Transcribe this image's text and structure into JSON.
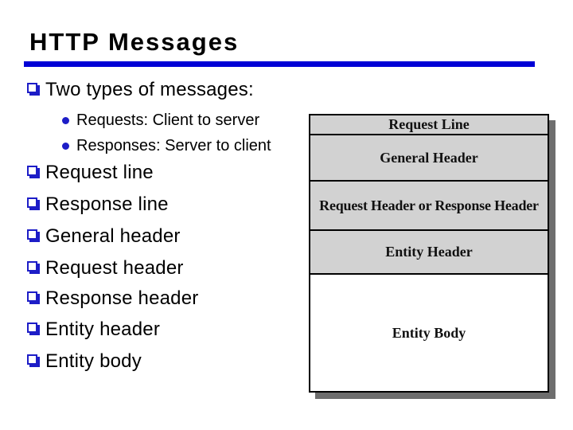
{
  "slide": {
    "title": "HTTP Messages",
    "accent_color": "#0000D6",
    "bullet_color": "#1D1DC7"
  },
  "list": {
    "intro": "Two types of messages:",
    "sub_items": [
      "Requests: Client to server",
      "Responses: Server to client"
    ],
    "items": [
      "Request line",
      "Response line",
      "General header",
      "Request header",
      "Response header",
      "Entity header",
      "Entity body"
    ]
  },
  "diagram": {
    "shadow_color": "#6E6E6E",
    "boxes": [
      {
        "label": "Request Line",
        "fill": "#D2D2D2"
      },
      {
        "label": "General Header",
        "fill": "#D2D2D2"
      },
      {
        "label": "Request Header or Response Header",
        "fill": "#D2D2D2"
      },
      {
        "label": "Entity Header",
        "fill": "#D2D2D2"
      },
      {
        "label": "Entity Body",
        "fill": "#FFFFFF"
      }
    ]
  }
}
